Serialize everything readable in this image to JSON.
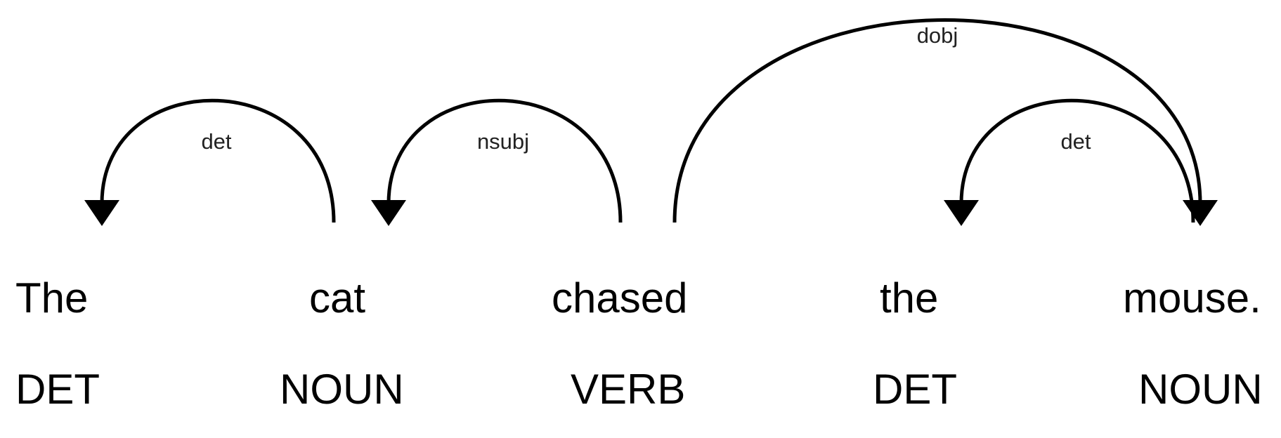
{
  "tokens": [
    {
      "text": "The",
      "tag": "DET"
    },
    {
      "text": "cat",
      "tag": "NOUN"
    },
    {
      "text": "chased",
      "tag": "VERB"
    },
    {
      "text": "the",
      "tag": "DET"
    },
    {
      "text": "mouse.",
      "tag": "NOUN"
    }
  ],
  "arcs": [
    {
      "label": "det",
      "from_token": 1,
      "to_token": 0
    },
    {
      "label": "nsubj",
      "from_token": 2,
      "to_token": 1
    },
    {
      "label": "dobj",
      "from_token": 2,
      "to_token": 4
    },
    {
      "label": "det",
      "from_token": 4,
      "to_token": 3
    }
  ]
}
